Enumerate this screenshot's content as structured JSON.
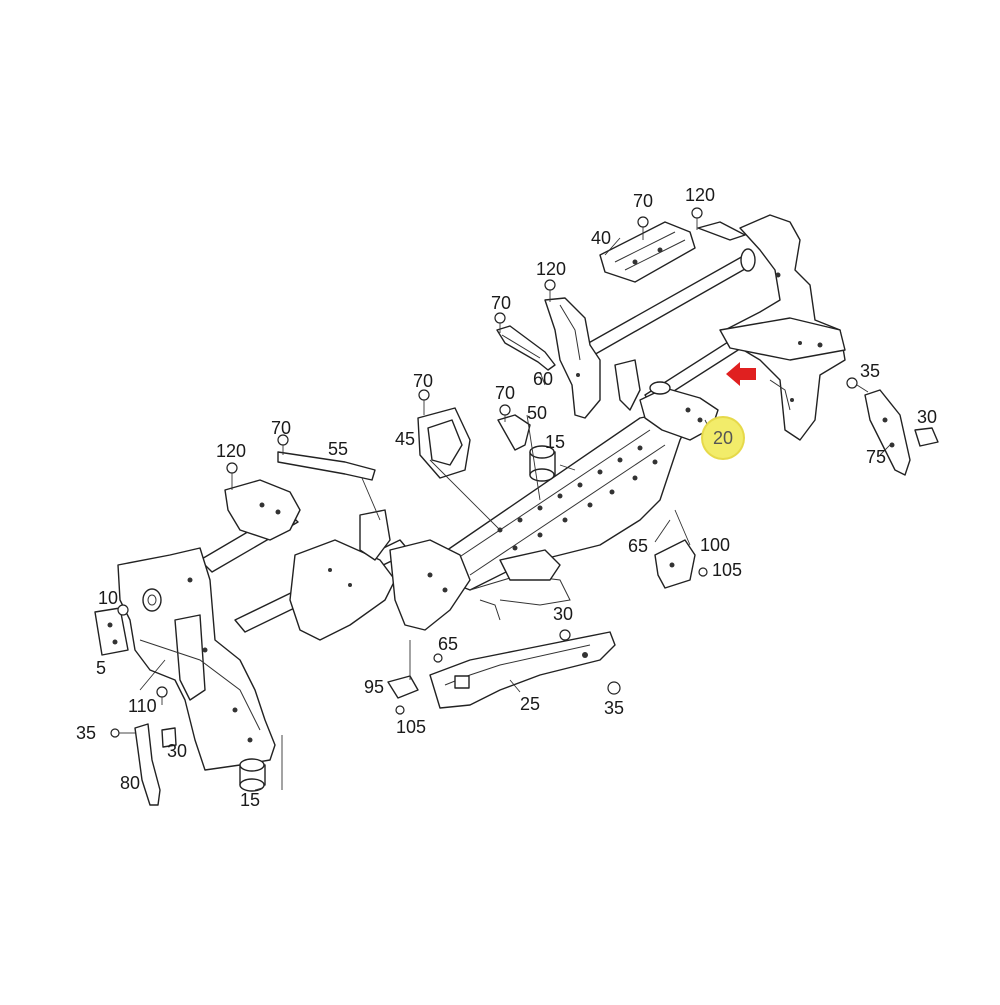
{
  "diagram": {
    "callouts": [
      {
        "id": "c-70-top",
        "text": "70"
      },
      {
        "id": "c-120-top",
        "text": "120"
      },
      {
        "id": "c-40",
        "text": "40"
      },
      {
        "id": "c-120-mid",
        "text": "120"
      },
      {
        "id": "c-70-60",
        "text": "70"
      },
      {
        "id": "c-60",
        "text": "60"
      },
      {
        "id": "c-35-right",
        "text": "35"
      },
      {
        "id": "c-30-right",
        "text": "30"
      },
      {
        "id": "c-75",
        "text": "75"
      },
      {
        "id": "c-70-45",
        "text": "70"
      },
      {
        "id": "c-45",
        "text": "45"
      },
      {
        "id": "c-70-50",
        "text": "70"
      },
      {
        "id": "c-50",
        "text": "50"
      },
      {
        "id": "c-15-mid",
        "text": "15"
      },
      {
        "id": "c-120-left",
        "text": "120"
      },
      {
        "id": "c-70-55",
        "text": "70"
      },
      {
        "id": "c-55",
        "text": "55"
      },
      {
        "id": "c-65-right",
        "text": "65"
      },
      {
        "id": "c-100",
        "text": "100"
      },
      {
        "id": "c-105-right",
        "text": "105"
      },
      {
        "id": "c-10",
        "text": "10"
      },
      {
        "id": "c-5",
        "text": "5"
      },
      {
        "id": "c-110",
        "text": "110"
      },
      {
        "id": "c-35-left",
        "text": "35"
      },
      {
        "id": "c-30-left",
        "text": "30"
      },
      {
        "id": "c-80",
        "text": "80"
      },
      {
        "id": "c-15-bottom",
        "text": "15"
      },
      {
        "id": "c-30-mid",
        "text": "30"
      },
      {
        "id": "c-65-mid",
        "text": "65"
      },
      {
        "id": "c-95",
        "text": "95"
      },
      {
        "id": "c-105-mid",
        "text": "105"
      },
      {
        "id": "c-25",
        "text": "25"
      },
      {
        "id": "c-35-mid",
        "text": "35"
      }
    ],
    "highlight": {
      "text": "20",
      "fill": "#f2ec6a",
      "ring": "#e6d94a",
      "color": "#555555"
    },
    "arrow_color": "#e02020"
  }
}
